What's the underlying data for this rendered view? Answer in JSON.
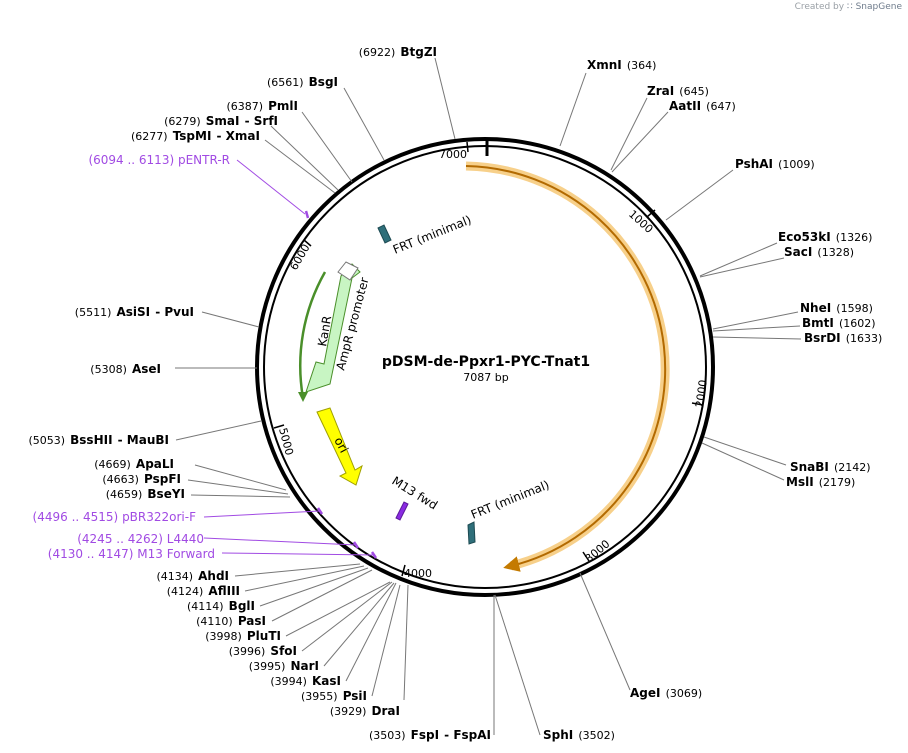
{
  "watermark": {
    "prefix": "Created by",
    "brand": "SnapGene"
  },
  "plasmid": {
    "name": "pDSM-de-Ppxr1-PYC-Tnat1",
    "length_label": "7087 bp"
  },
  "ticks": [
    "7000",
    "1000",
    "2000",
    "3000",
    "4000",
    "5000",
    "6000"
  ],
  "features": [
    {
      "label": "FRT (minimal)",
      "color": "#2f6f7a"
    },
    {
      "label": "KanR",
      "color": "#c8f5c3"
    },
    {
      "label": "AmpR promoter",
      "color": "#ffffff"
    },
    {
      "label": "ori",
      "color": "#ffff00"
    },
    {
      "label": "M13 fwd",
      "color": "#8a2be2"
    },
    {
      "label": "FRT (minimal)",
      "color": "#2f6f7a"
    }
  ],
  "enzymes": [
    {
      "pos": "(6922)",
      "name": "BtgZI"
    },
    {
      "pos": "(6561)",
      "name": "BsgI"
    },
    {
      "pos": "(6387)",
      "name": "PmlI"
    },
    {
      "pos": "(6279)",
      "name": "SmaI",
      "suffix": "- SrfI"
    },
    {
      "pos": "(6277)",
      "name": "TspMI",
      "suffix": "- XmaI"
    },
    {
      "pos": "(5511)",
      "name": "AsiSI",
      "suffix": "- PvuI"
    },
    {
      "pos": "(5308)",
      "name": "AseI"
    },
    {
      "pos": "(5053)",
      "name": "BssHII",
      "suffix": "- MauBI"
    },
    {
      "pos": "(4669)",
      "name": "ApaLI"
    },
    {
      "pos": "(4663)",
      "name": "PspFI"
    },
    {
      "pos": "(4659)",
      "name": "BseYI"
    },
    {
      "pos": "(4134)",
      "name": "AhdI"
    },
    {
      "pos": "(4124)",
      "name": "AflIII"
    },
    {
      "pos": "(4114)",
      "name": "BglI"
    },
    {
      "pos": "(4110)",
      "name": "PasI"
    },
    {
      "pos": "(3998)",
      "name": "PluTI"
    },
    {
      "pos": "(3996)",
      "name": "SfoI"
    },
    {
      "pos": "(3995)",
      "name": "NarI"
    },
    {
      "pos": "(3994)",
      "name": "KasI"
    },
    {
      "pos": "(3955)",
      "name": "PsiI"
    },
    {
      "pos": "(3929)",
      "name": "DraI"
    },
    {
      "pos": "(3503)",
      "name": "FspI",
      "suffix": "- FspAI"
    },
    {
      "pos": "(3502)",
      "name": "SphI"
    },
    {
      "pos": "(3069)",
      "name": "AgeI"
    },
    {
      "pos": "(364)",
      "name": "XmnI"
    },
    {
      "pos": "(645)",
      "name": "ZraI"
    },
    {
      "pos": "(647)",
      "name": "AatII"
    },
    {
      "pos": "(1009)",
      "name": "PshAI"
    },
    {
      "pos": "(1326)",
      "name": "Eco53kI"
    },
    {
      "pos": "(1328)",
      "name": "SacI"
    },
    {
      "pos": "(1598)",
      "name": "NheI"
    },
    {
      "pos": "(1602)",
      "name": "BmtI"
    },
    {
      "pos": "(1633)",
      "name": "BsrDI"
    },
    {
      "pos": "(2142)",
      "name": "SnaBI"
    },
    {
      "pos": "(2179)",
      "name": "MslI"
    }
  ],
  "primers": [
    {
      "range": "(6094 .. 6113)",
      "name": "pENTR-R"
    },
    {
      "range": "(4496 .. 4515)",
      "name": "pBR322ori-F"
    },
    {
      "range": "(4245 .. 4262)",
      "name": "L4440"
    },
    {
      "range": "(4130 .. 4147)",
      "name": "M13 Forward"
    }
  ],
  "colors": {
    "primer": "#a14be3",
    "orf": "#f5a623",
    "backbone": "#000000",
    "leader": "#777777"
  }
}
